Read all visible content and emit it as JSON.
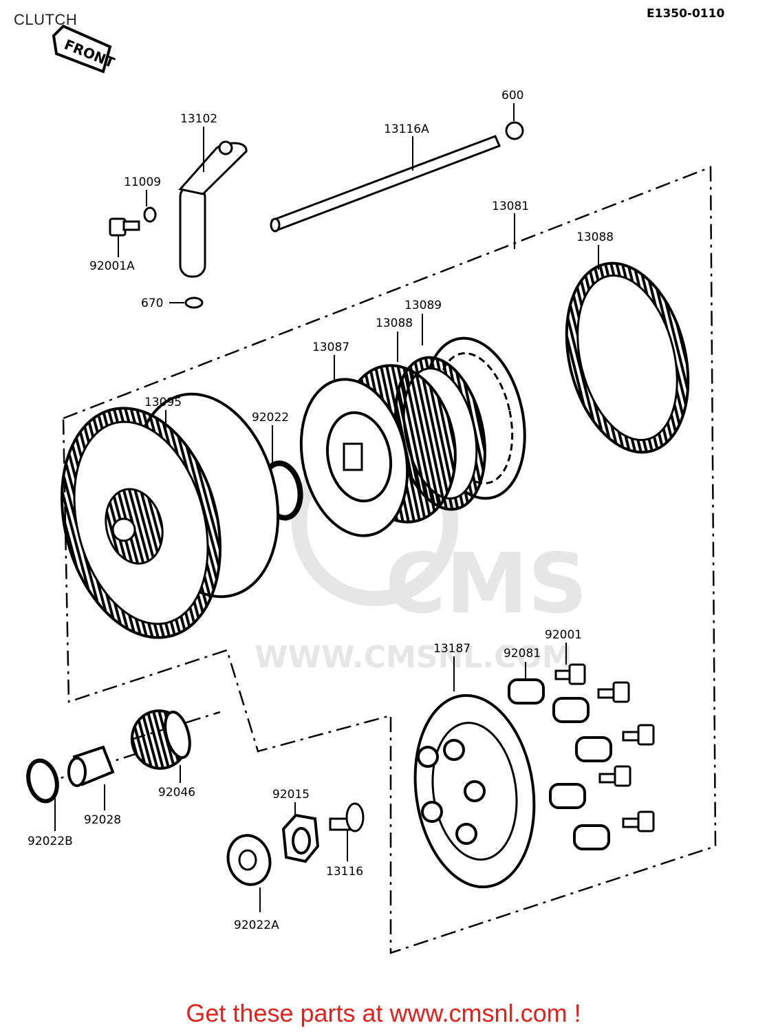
{
  "page": {
    "title": "CLUTCH",
    "diagram_code": "E1350-0110",
    "front_label": "FRONT",
    "footer_text": "Get these parts at www.cmsnl.com !",
    "footer_color": "#e0221c"
  },
  "watermark": {
    "logo_text": "CMS",
    "url_text": "WWW.CMSNL.COM"
  },
  "parts": [
    {
      "id": "p600",
      "number": "600"
    },
    {
      "id": "p13102",
      "number": "13102"
    },
    {
      "id": "p13116A",
      "number": "13116A"
    },
    {
      "id": "p11009",
      "number": "11009"
    },
    {
      "id": "p13081",
      "number": "13081"
    },
    {
      "id": "p13088a",
      "number": "13088"
    },
    {
      "id": "p92001A",
      "number": "92001A"
    },
    {
      "id": "p670",
      "number": "670"
    },
    {
      "id": "p13089",
      "number": "13089"
    },
    {
      "id": "p13088b",
      "number": "13088"
    },
    {
      "id": "p13087",
      "number": "13087"
    },
    {
      "id": "p13095",
      "number": "13095"
    },
    {
      "id": "p92022",
      "number": "92022"
    },
    {
      "id": "p92001",
      "number": "92001"
    },
    {
      "id": "p13187",
      "number": "13187"
    },
    {
      "id": "p92081",
      "number": "92081"
    },
    {
      "id": "p92046",
      "number": "92046"
    },
    {
      "id": "p92015",
      "number": "92015"
    },
    {
      "id": "p92028",
      "number": "92028"
    },
    {
      "id": "p92022B",
      "number": "92022B"
    },
    {
      "id": "p13116",
      "number": "13116"
    },
    {
      "id": "p92022A",
      "number": "92022A"
    }
  ]
}
